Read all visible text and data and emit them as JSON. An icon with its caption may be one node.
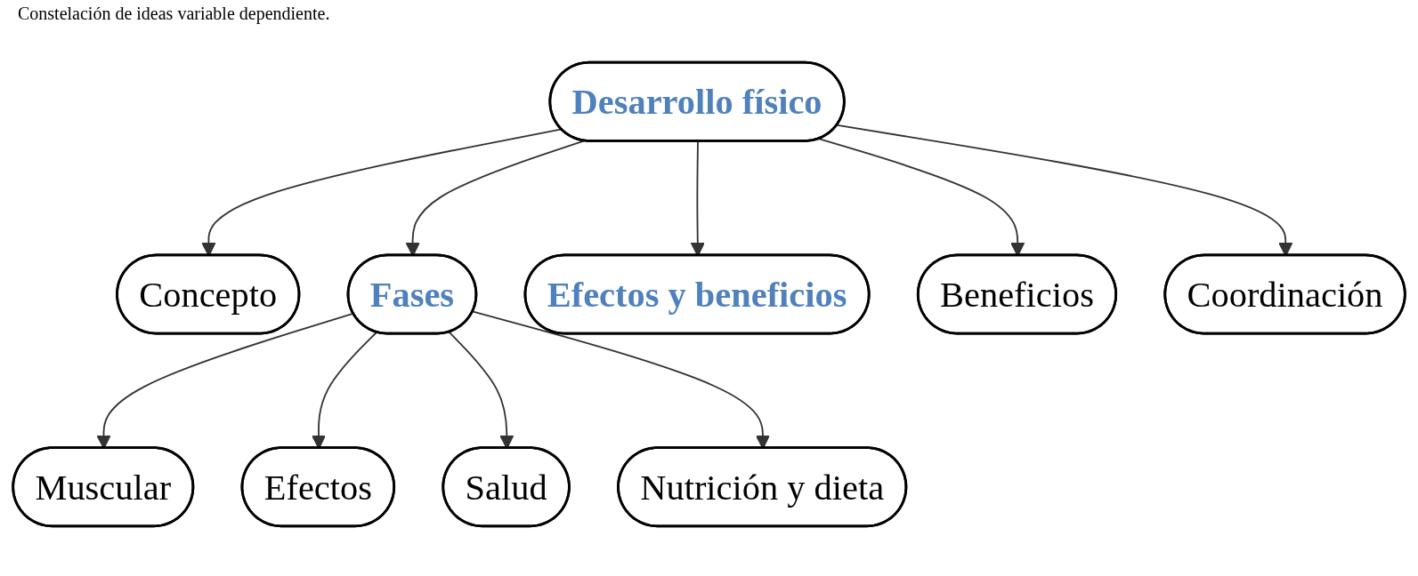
{
  "diagram": {
    "title": "Constelación de ideas variable dependiente.",
    "nodes": [
      {
        "text": [
          "Concepto"
        ]
      },
      {
        "text": [
          "Muscular"
        ]
      },
      {
        "text": [
          "Efectos"
        ]
      },
      {
        "text": [
          "Desarrollo físico"
        ]
      },
      {
        "text": [
          "Fases"
        ]
      },
      {
        "text": [
          "Efectos y beneficios"
        ]
      },
      {
        "text": [
          "Salud"
        ]
      },
      {
        "text": [
          "Nutrición y dieta"
        ]
      },
      {
        "text": [
          "Beneficios"
        ]
      },
      {
        "text": [
          "Coordinación"
        ]
      }
    ],
    "edges": [
      {
        "from": 3,
        "to": 0,
        "arrow": "to"
      },
      {
        "from": 3,
        "to": 4,
        "arrow": "to"
      },
      {
        "from": 3,
        "to": 5,
        "arrow": "to"
      },
      {
        "from": 3,
        "to": 8,
        "arrow": "to"
      },
      {
        "from": 3,
        "to": 9,
        "arrow": "to"
      },
      {
        "from": 4,
        "to": 1,
        "arrow": "to"
      },
      {
        "from": 4,
        "to": 2,
        "arrow": "to"
      },
      {
        "from": 4,
        "to": 6,
        "arrow": "to"
      },
      {
        "from": 4,
        "to": 7,
        "arrow": "to"
      }
    ]
  }
}
